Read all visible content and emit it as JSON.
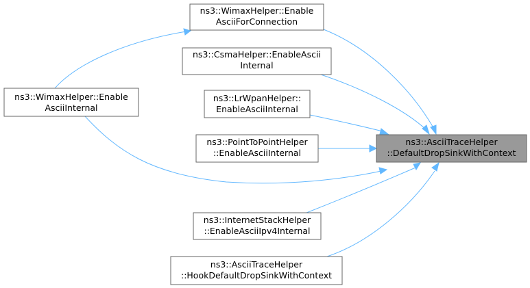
{
  "nodes": {
    "target": {
      "line1": "ns3::AsciiTraceHelper",
      "line2": "::DefaultDropSinkWithContext"
    },
    "wimax_conn": {
      "line1": "ns3::WimaxHelper::Enable",
      "line2": "AsciiForConnection"
    },
    "csma": {
      "line1": "ns3::CsmaHelper::EnableAscii",
      "line2": "Internal"
    },
    "lrwpan": {
      "line1": "ns3::LrWpanHelper::",
      "line2": "EnableAsciiInternal"
    },
    "p2p": {
      "line1": "ns3::PointToPointHelper",
      "line2": "::EnableAsciiInternal"
    },
    "wimax_internal": {
      "line1": "ns3::WimaxHelper::Enable",
      "line2": "AsciiInternal"
    },
    "internet": {
      "line1": "ns3::InternetStackHelper",
      "line2": "::EnableAsciiIpv4Internal"
    },
    "hook": {
      "line1": "ns3::AsciiTraceHelper",
      "line2": "::HookDefaultDropSinkWithContext"
    }
  },
  "colors": {
    "edge": "#63b8ff",
    "focus_fill": "#999999",
    "border": "#666666"
  }
}
